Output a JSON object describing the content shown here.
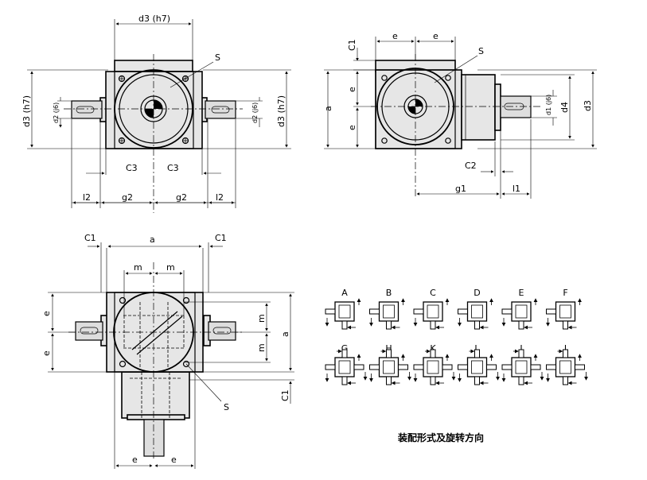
{
  "dims": {
    "d3h7": "d3 (h7)",
    "d2j6": "d2 (j6)",
    "d1j6": "d1 (j6)",
    "d3": "d3",
    "d4": "d4",
    "S": "S",
    "C1": "C1",
    "C2": "C2",
    "C3": "C3",
    "e": "e",
    "a": "a",
    "m": "m",
    "g1": "g1",
    "g2": "g2",
    "l1": "l1",
    "l2": "l2"
  },
  "mounting_labels": [
    "A",
    "B",
    "C",
    "D",
    "E",
    "F",
    "G",
    "H",
    "K",
    "L",
    "I",
    "J"
  ],
  "caption": "装配形式及旋转方向"
}
